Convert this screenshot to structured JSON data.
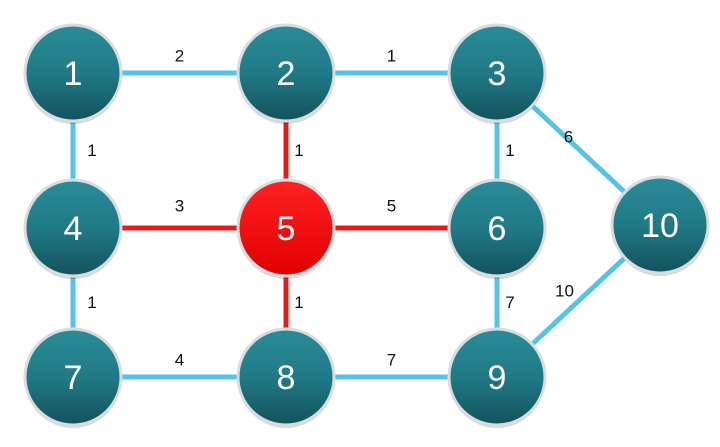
{
  "colors": {
    "node_fill": "#1f7a86",
    "node_fill_light": "#3a98a4",
    "node_fill_dark": "#11505a",
    "highlight_node": "#ee1111",
    "edge_default": "#55c3e8",
    "edge_highlight": "#e31d1d"
  },
  "graph": {
    "nodes": [
      {
        "id": "1",
        "label": "1",
        "highlighted": false
      },
      {
        "id": "2",
        "label": "2",
        "highlighted": false
      },
      {
        "id": "3",
        "label": "3",
        "highlighted": false
      },
      {
        "id": "4",
        "label": "4",
        "highlighted": false
      },
      {
        "id": "5",
        "label": "5",
        "highlighted": true
      },
      {
        "id": "6",
        "label": "6",
        "highlighted": false
      },
      {
        "id": "7",
        "label": "7",
        "highlighted": false
      },
      {
        "id": "8",
        "label": "8",
        "highlighted": false
      },
      {
        "id": "9",
        "label": "9",
        "highlighted": false
      },
      {
        "id": "10",
        "label": "10",
        "highlighted": false
      }
    ],
    "edges": [
      {
        "from": "1",
        "to": "2",
        "weight": "2",
        "highlighted": false
      },
      {
        "from": "2",
        "to": "3",
        "weight": "1",
        "highlighted": false
      },
      {
        "from": "1",
        "to": "4",
        "weight": "1",
        "highlighted": false
      },
      {
        "from": "2",
        "to": "5",
        "weight": "1",
        "highlighted": true
      },
      {
        "from": "3",
        "to": "6",
        "weight": "1",
        "highlighted": false
      },
      {
        "from": "3",
        "to": "10",
        "weight": "6",
        "highlighted": false
      },
      {
        "from": "4",
        "to": "5",
        "weight": "3",
        "highlighted": true
      },
      {
        "from": "5",
        "to": "6",
        "weight": "5",
        "highlighted": true
      },
      {
        "from": "4",
        "to": "7",
        "weight": "1",
        "highlighted": false
      },
      {
        "from": "5",
        "to": "8",
        "weight": "1",
        "highlighted": true
      },
      {
        "from": "6",
        "to": "9",
        "weight": "7",
        "highlighted": false
      },
      {
        "from": "7",
        "to": "8",
        "weight": "4",
        "highlighted": false
      },
      {
        "from": "8",
        "to": "9",
        "weight": "7",
        "highlighted": false
      },
      {
        "from": "9",
        "to": "10",
        "weight": "10",
        "highlighted": false
      }
    ]
  }
}
